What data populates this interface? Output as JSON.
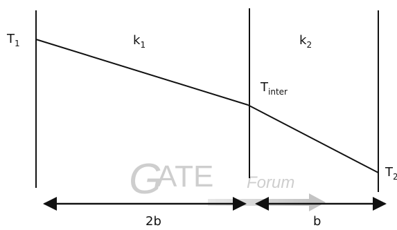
{
  "labels": {
    "t1": {
      "main": "T",
      "sub": "1"
    },
    "k1": {
      "main": "k",
      "sub": "1"
    },
    "k2": {
      "main": "k",
      "sub": "2"
    },
    "t_inter": {
      "main": "T",
      "sub": "inter"
    },
    "t2": {
      "main": "T",
      "sub": "2"
    }
  },
  "dimensions": {
    "left": "2b",
    "right": "b"
  },
  "watermark": {
    "letter": "G",
    "ate": "ATE",
    "forum": "Forum"
  },
  "colors": {
    "line": "#111111",
    "watermark": "#c9c9c9"
  }
}
